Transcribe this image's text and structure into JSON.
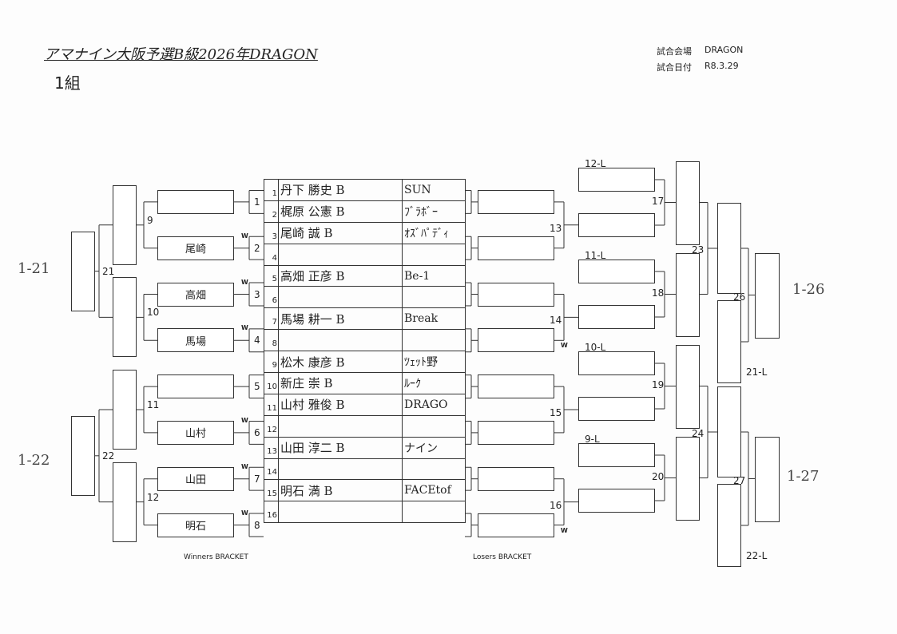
{
  "header": {
    "title": "アマナイン大阪予選B級2026年DRAGON",
    "group": "1組",
    "venue_label": "試合会場",
    "venue": "DRAGON",
    "date_label": "試合日付",
    "date": "R8.3.29"
  },
  "players": [
    {
      "num": "1",
      "name": "丹下 勝史 B",
      "team": "SUN"
    },
    {
      "num": "2",
      "name": "梶原 公憲 B",
      "team": "ﾌﾞﾗﾎﾞｰ"
    },
    {
      "num": "3",
      "name": "尾崎 誠 B",
      "team": "ｵｽﾞﾊﾟﾃﾞｨ"
    },
    {
      "num": "4",
      "name": "",
      "team": ""
    },
    {
      "num": "5",
      "name": "高畑 正彦 B",
      "team": "Be-1"
    },
    {
      "num": "6",
      "name": "",
      "team": ""
    },
    {
      "num": "7",
      "name": "馬場 耕一 B",
      "team": "Break"
    },
    {
      "num": "8",
      "name": "",
      "team": ""
    },
    {
      "num": "9",
      "name": "松木 康彦 B",
      "team": "ﾂｪｯﾄ野"
    },
    {
      "num": "10",
      "name": "新庄 崇 B",
      "team": "ﾙｰｸ"
    },
    {
      "num": "11",
      "name": "山村 雅俊 B",
      "team": "DRAGO"
    },
    {
      "num": "12",
      "name": "",
      "team": ""
    },
    {
      "num": "13",
      "name": "山田 淳二 B",
      "team": "ナイン"
    },
    {
      "num": "14",
      "name": "",
      "team": ""
    },
    {
      "num": "15",
      "name": "明石 満 B",
      "team": "FACEtof"
    },
    {
      "num": "16",
      "name": "",
      "team": ""
    }
  ],
  "winners": {
    "r1_matches": [
      "1",
      "2",
      "3",
      "4",
      "5",
      "6",
      "7",
      "8"
    ],
    "r1_winners": [
      "",
      "尾崎",
      "高畑",
      "馬場",
      "",
      "山村",
      "山田",
      "明石"
    ],
    "r2_matches": [
      "9",
      "10",
      "11",
      "12"
    ],
    "r3_matches": [
      "21",
      "22"
    ],
    "w_mark": "W",
    "notes": [
      "1-21",
      "1-22"
    ],
    "footer": "Winners BRACKET"
  },
  "losers": {
    "r1_matches": [
      "13",
      "14",
      "15",
      "16"
    ],
    "r2_drop_labels": [
      "12-L",
      "11-L",
      "10-L",
      "9-L"
    ],
    "r2_matches": [
      "17",
      "18",
      "19",
      "20"
    ],
    "r3_matches": [
      "23",
      "24"
    ],
    "r4_drop_labels": [
      "21-L",
      "22-L"
    ],
    "r4_matches": [
      "26",
      "27"
    ],
    "w_mark": "W",
    "notes": [
      "1-26",
      "1-27"
    ],
    "footer": "Losers BRACKET"
  }
}
